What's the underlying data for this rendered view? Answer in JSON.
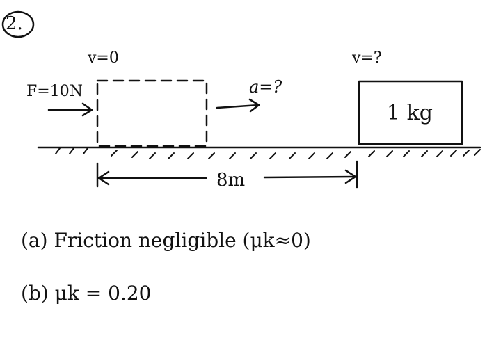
{
  "problem_number": "2.",
  "labels": {
    "initial_velocity": "v=0",
    "final_velocity": "v=?",
    "force": "F=10N",
    "acceleration": "a=?",
    "mass": "1 kg",
    "distance": "8m"
  },
  "parts": {
    "a": "(a) Friction negligible (μk≈0)",
    "b": "(b) μk = 0.20"
  },
  "colors": {
    "ink": "#111111",
    "paper": "#ffffff"
  }
}
